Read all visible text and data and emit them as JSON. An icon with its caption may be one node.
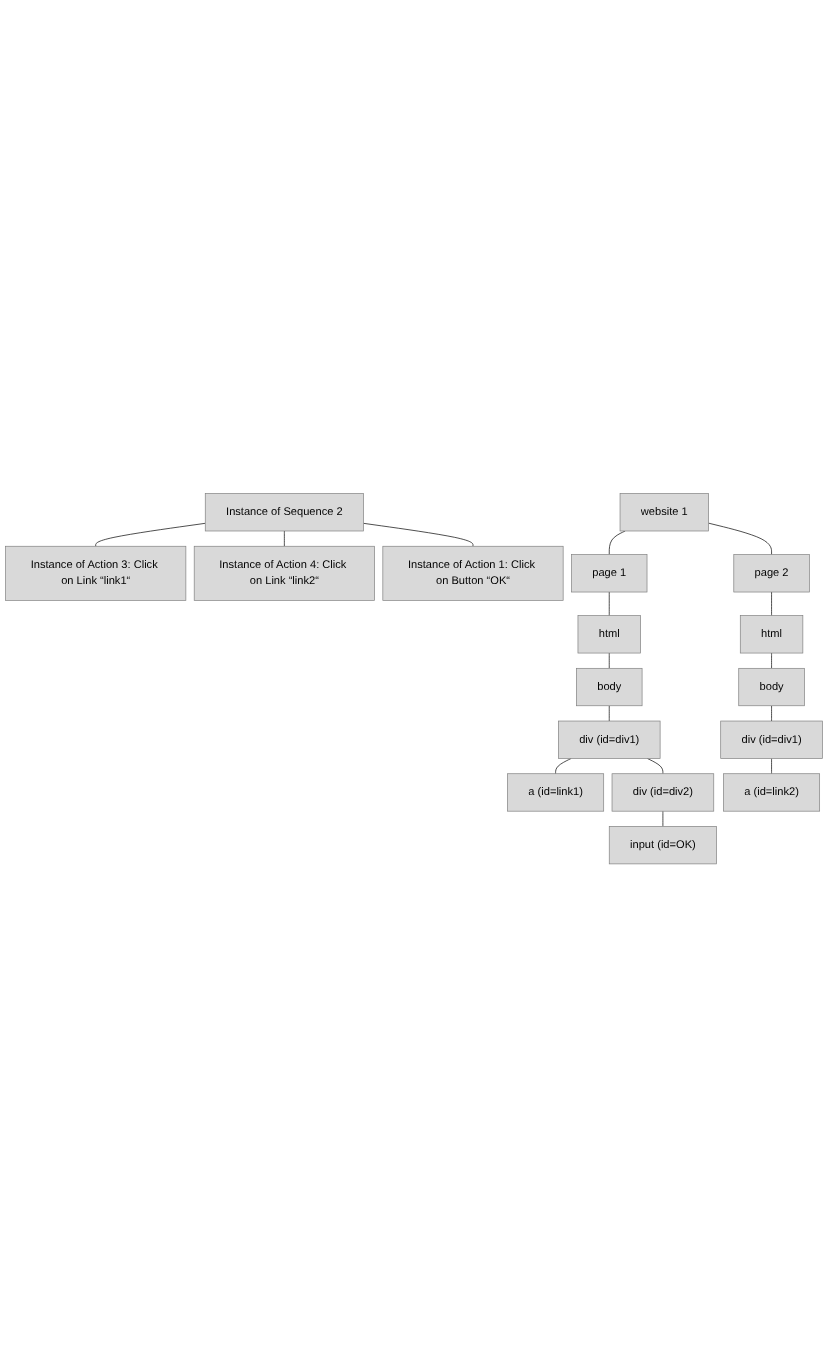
{
  "diagram": {
    "nodes": [
      {
        "text": [
          "Instance of Sequence 2"
        ]
      },
      {
        "text": [
          "Instance of Action 3: Click on Link “link1“"
        ]
      },
      {
        "text": [
          "Instance of Action 4: Click on Link “link2“"
        ]
      },
      {
        "text": [
          "Instance of Action 1: Click on Button “OK“"
        ]
      },
      {
        "text": [
          "website 1"
        ]
      },
      {
        "text": [
          "page 1"
        ]
      },
      {
        "text": [
          "html"
        ]
      },
      {
        "text": [
          "body"
        ]
      },
      {
        "text": [
          "div (id=div1)"
        ]
      },
      {
        "text": [
          "a (id=link1)"
        ]
      },
      {
        "text": [
          "div (id=div2)"
        ]
      },
      {
        "text": [
          "input (id=OK)"
        ]
      },
      {
        "text": [
          "page 2"
        ]
      },
      {
        "text": [
          "html"
        ]
      },
      {
        "text": [
          "body"
        ]
      },
      {
        "text": [
          "div (id=div1)"
        ]
      },
      {
        "text": [
          "a (id=link2)"
        ]
      }
    ],
    "edges": [
      {
        "from": 0,
        "to": 1,
        "arrow": "none"
      },
      {
        "from": 0,
        "to": 2,
        "arrow": "none"
      },
      {
        "from": 0,
        "to": 3,
        "arrow": "none"
      },
      {
        "from": 4,
        "to": 5,
        "arrow": "none"
      },
      {
        "from": 5,
        "to": 6,
        "arrow": "none"
      },
      {
        "from": 6,
        "to": 7,
        "arrow": "none"
      },
      {
        "from": 7,
        "to": 8,
        "arrow": "none"
      },
      {
        "from": 8,
        "to": 9,
        "arrow": "none"
      },
      {
        "from": 8,
        "to": 10,
        "arrow": "none"
      },
      {
        "from": 10,
        "to": 11,
        "arrow": "none"
      },
      {
        "from": 4,
        "to": 12,
        "arrow": "none"
      },
      {
        "from": 12,
        "to": 13,
        "arrow": "none"
      },
      {
        "from": 13,
        "to": 14,
        "arrow": "none"
      },
      {
        "from": 14,
        "to": 15,
        "arrow": "none"
      },
      {
        "from": 15,
        "to": 16,
        "arrow": "none"
      }
    ]
  }
}
